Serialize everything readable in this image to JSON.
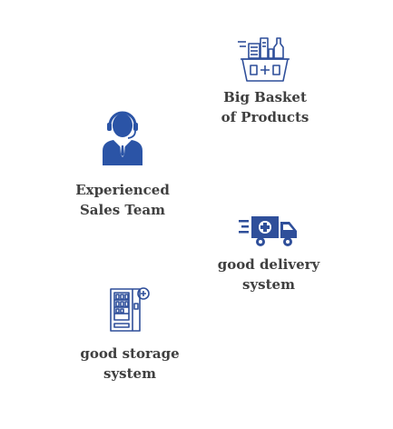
{
  "features": [
    {
      "id": "basket",
      "icon": "basket-of-products-icon",
      "lines": [
        "Big Basket",
        "of Products"
      ]
    },
    {
      "id": "sales",
      "icon": "sales-agent-headset-icon",
      "lines": [
        "Experienced",
        "Sales Team"
      ]
    },
    {
      "id": "delivery",
      "icon": "delivery-truck-icon",
      "lines": [
        "good delivery",
        "system"
      ]
    },
    {
      "id": "storage",
      "icon": "storage-cabinet-icon",
      "lines": [
        "good storage",
        "system"
      ]
    }
  ],
  "colors": {
    "icon": "#2f4f9a",
    "icon_fill": "#2b54a6",
    "text": "#3f3f3f"
  }
}
